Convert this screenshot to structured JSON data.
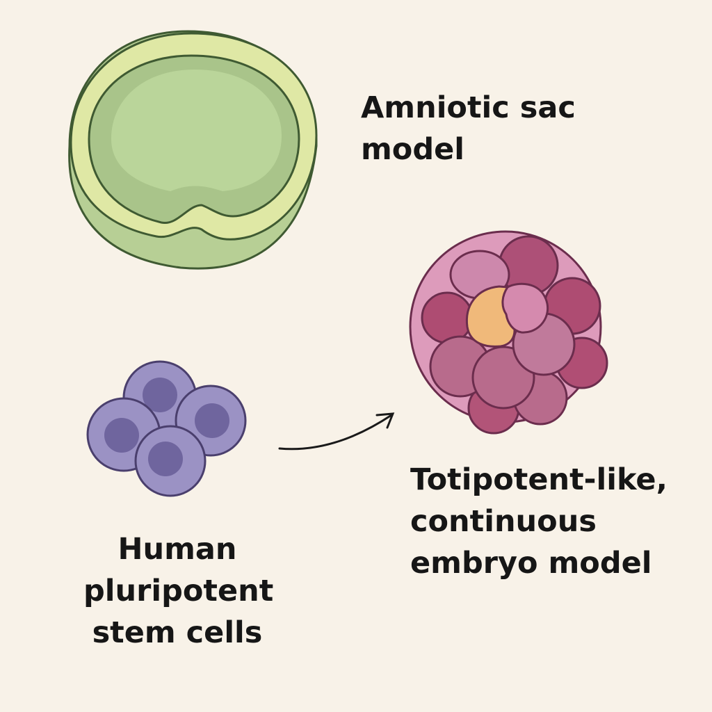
{
  "labels": {
    "amniotic": [
      "Amniotic sac",
      "model"
    ],
    "stem": [
      "Human",
      "pluripotent",
      "stem cells"
    ],
    "embryo": [
      "Totipotent-like,",
      "continuous",
      "embryo model"
    ]
  },
  "colors": {
    "background": "#f8f2e8",
    "sac_outer": "#b7cf95",
    "sac_rim": "#dfe8a5",
    "sac_inner": "#a9c48a",
    "stem_cell": "#9b92c4",
    "stem_nucleus": "#6f659e",
    "embryo_zona": "#dd9bbb",
    "embryo_highlight": "#f0b97a"
  }
}
